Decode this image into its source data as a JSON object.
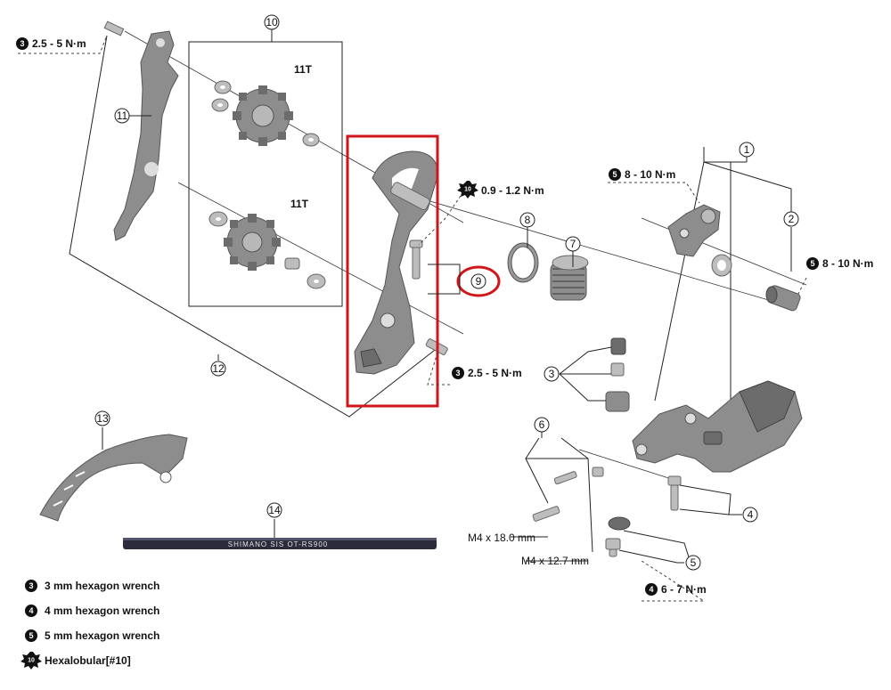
{
  "torques": {
    "t_top_left": "2.5 - 5 N·m",
    "t_pin": "0.9 - 1.2 N·m",
    "t_mid": "2.5 - 5 N·m",
    "t_bracket": "8 - 10 N·m",
    "t_bolt": "8 - 10 N·m",
    "t_bottom": "6 - 7 N·m"
  },
  "tool_badges": {
    "b3": "3",
    "b4": "4",
    "b5": "5",
    "b10": "10"
  },
  "pulley": {
    "upper_teeth": "11T",
    "lower_teeth": "11T"
  },
  "part_numbers": [
    "1",
    "2",
    "3",
    "4",
    "5",
    "6",
    "7",
    "8",
    "9",
    "10",
    "11",
    "12",
    "13",
    "14"
  ],
  "screws": {
    "long": "M4 x 18.0 mm",
    "short": "M4 x 12.7 mm"
  },
  "cable_text": "SHIMANO SIS  OT-RS900",
  "legend": [
    {
      "badge": "3",
      "text": "3 mm hexagon wrench"
    },
    {
      "badge": "4",
      "text": "4 mm hexagon wrench"
    },
    {
      "badge": "5",
      "text": "5 mm hexagon wrench"
    },
    {
      "badge": "10",
      "text": "Hexalobular[#10]"
    }
  ],
  "highlight": {
    "box_color": "#d0161b",
    "circle_color": "#d0161b"
  }
}
